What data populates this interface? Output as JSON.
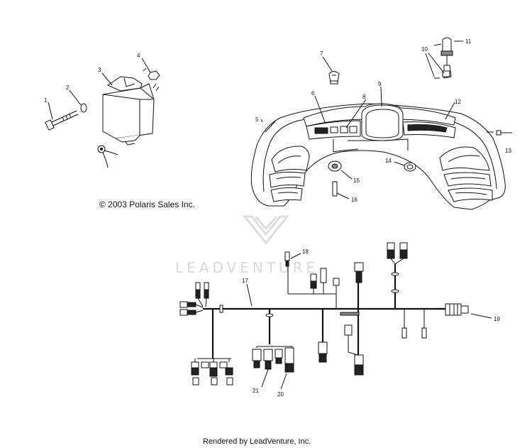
{
  "callouts": [
    "1",
    "2",
    "3",
    "4",
    "5",
    "6",
    "7",
    "8",
    "9",
    "10",
    "11",
    "12",
    "13",
    "14",
    "15",
    "16",
    "17",
    "18",
    "19",
    "20",
    "21"
  ],
  "copyright": "© 2003 Polaris Sales Inc.",
  "watermark": "LEADVENTURE",
  "footer": "Rendered by LeadVenture, Inc."
}
